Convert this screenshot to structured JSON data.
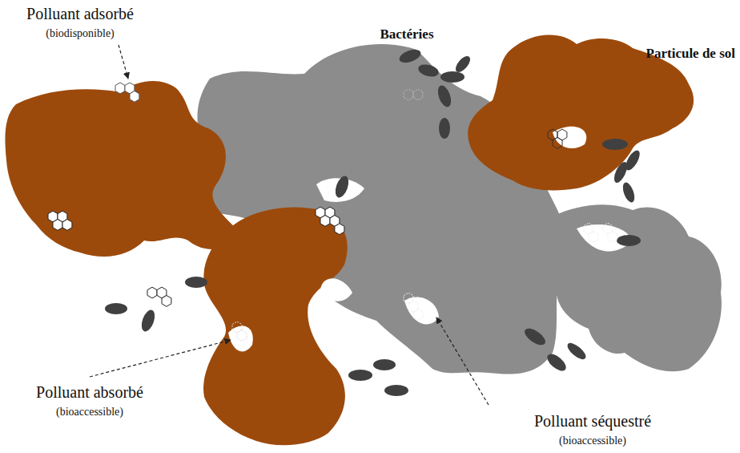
{
  "diagram": {
    "labels": [
      "Polluant adsorbé",
      "(biodisponible)",
      "Bactéries",
      "Particule de sol",
      "Polluant absorbé",
      "(bioaccessible)",
      "Polluant séquestré",
      "(bioaccessible)"
    ]
  }
}
